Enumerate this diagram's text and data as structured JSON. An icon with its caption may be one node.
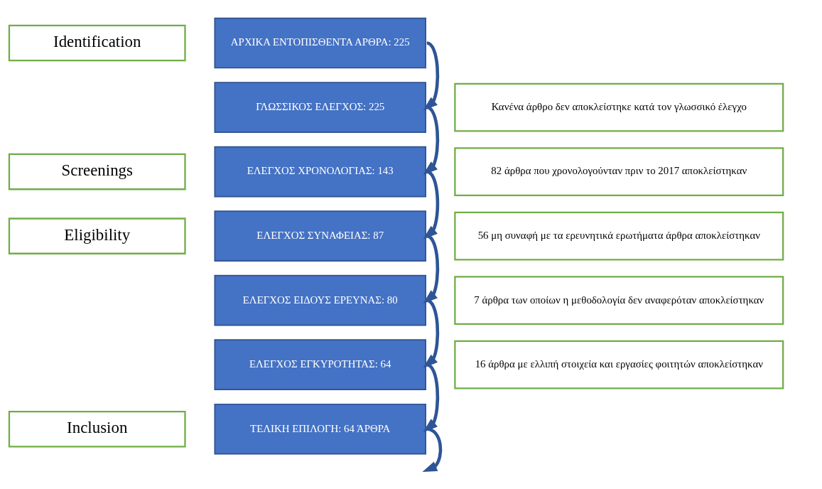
{
  "diagram": {
    "nodes": [
      {
        "text": [
          "Identification"
        ]
      },
      {
        "text": [
          "Screenings"
        ]
      },
      {
        "text": [
          "Eligibility"
        ]
      },
      {
        "text": [
          "Inclusion"
        ]
      },
      {
        "text": [
          "ΑΡΧΙΚΑ ΕΝΤΟΠΙΣΘΕΝΤΑ ΑΡΘΡΑ: 225"
        ]
      },
      {
        "text": [
          "ΓΛΩΣΣΙΚΟΣ ΕΛΕΓΧΟΣ: 225"
        ]
      },
      {
        "text": [
          "ΕΛΕΓΧΟΣ ΧΡΟΝΟΛΟΓΙΑΣ: 143"
        ]
      },
      {
        "text": [
          "ΕΛΕΓΧΟΣ ΣΥΝΑΦΕΙΑΣ: 87"
        ]
      },
      {
        "text": [
          "ΕΛΕΓΧΟΣ ΕΙΔΟΥΣ ΕΡΕΥΝΑΣ: 80"
        ]
      },
      {
        "text": [
          "ΕΛΕΓΧΟΣ ΕΓΚΥΡΟΤΗΤΑΣ: 64"
        ]
      },
      {
        "text": [
          "ΤΕΛΙΚΗ ΕΠΙΛΟΓΗ: 64 ΆΡΘΡΑ"
        ]
      },
      {
        "text": [
          "Κανένα άρθρο δεν αποκλείστηκε κατά τον γλωσσικό έλεγχο"
        ]
      },
      {
        "text": [
          "82 άρθρα που χρονολογούνταν πριν το 2017 αποκλείστηκαν"
        ]
      },
      {
        "text": [
          "56 μη συναφή με τα ερευνητικά ερωτήματα άρθρα αποκλείστηκαν"
        ]
      },
      {
        "text": [
          "7 άρθρα των οποίων η μεθοδολογία δεν αναφερόταν αποκλείστηκαν"
        ]
      },
      {
        "text": [
          "16 άρθρα με ελλιπή στοιχεία και εργασίες φοιτητών αποκλείστηκαν"
        ]
      }
    ],
    "edges": [
      {
        "from": 4,
        "to": 5,
        "arrow": "to"
      },
      {
        "from": 5,
        "to": 6,
        "arrow": "to"
      },
      {
        "from": 6,
        "to": 7,
        "arrow": "to"
      },
      {
        "from": 7,
        "to": 8,
        "arrow": "to"
      },
      {
        "from": 8,
        "to": 9,
        "arrow": "to"
      },
      {
        "from": 9,
        "to": 10,
        "arrow": "to"
      },
      {
        "from": 10,
        "to": null,
        "arrow": "to"
      }
    ]
  }
}
